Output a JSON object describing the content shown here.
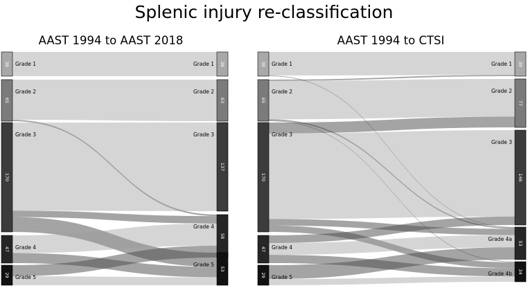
{
  "title": "Splenic injury re-classification",
  "panels": [
    {
      "title": "AAST 1994 to AAST 2018",
      "left_nodes": [
        {
          "label": "Grade 1",
          "value": "38",
          "color": "#a8a8a8"
        },
        {
          "label": "Grade 2",
          "value": "65",
          "color": "#7b7b7b"
        },
        {
          "label": "Grade 3",
          "value": "170",
          "color": "#3c3c3c"
        },
        {
          "label": "Grade 4",
          "value": "47",
          "color": "#262626"
        },
        {
          "label": "Grade 5",
          "value": "29",
          "color": "#111111"
        }
      ],
      "right_nodes": [
        {
          "label": "Grade 1",
          "value": "38",
          "color": "#a8a8a8"
        },
        {
          "label": "Grade 2",
          "value": "63",
          "color": "#7b7b7b"
        },
        {
          "label": "Grade 3",
          "value": "137",
          "color": "#3c3c3c"
        },
        {
          "label": "Grade 4",
          "value": "58",
          "color": "#262626"
        },
        {
          "label": "Grade 5",
          "value": "53",
          "color": "#111111"
        }
      ],
      "flows": [
        {
          "from": 0,
          "to": 0,
          "value": 38
        },
        {
          "from": 1,
          "to": 1,
          "value": 63
        },
        {
          "from": 1,
          "to": 3,
          "value": 2
        },
        {
          "from": 2,
          "to": 2,
          "value": 137
        },
        {
          "from": 2,
          "to": 3,
          "value": 10
        },
        {
          "from": 2,
          "to": 4,
          "value": 23
        },
        {
          "from": 3,
          "to": 3,
          "value": 30
        },
        {
          "from": 3,
          "to": 4,
          "value": 17
        },
        {
          "from": 4,
          "to": 3,
          "value": 16
        },
        {
          "from": 4,
          "to": 4,
          "value": 13
        }
      ]
    },
    {
      "title": "AAST 1994 to CTSI",
      "left_nodes": [
        {
          "label": "Grade 1",
          "value": "38",
          "color": "#a8a8a8"
        },
        {
          "label": "Grade 2",
          "value": "65",
          "color": "#7b7b7b"
        },
        {
          "label": "Grade 3",
          "value": "170",
          "color": "#3c3c3c"
        },
        {
          "label": "Grade 4",
          "value": "47",
          "color": "#262626"
        },
        {
          "label": "Grade 5",
          "value": "29",
          "color": "#111111"
        }
      ],
      "right_nodes": [
        {
          "label": "Grade 1",
          "value": "39",
          "color": "#a8a8a8"
        },
        {
          "label": "Grade 2",
          "value": "77",
          "color": "#7b7b7b"
        },
        {
          "label": "Grade 3",
          "value": "146",
          "color": "#3c3c3c"
        },
        {
          "label": "Grade 4a",
          "value": "53",
          "color": "#262626"
        },
        {
          "label": "Grade 4b",
          "value": "34",
          "color": "#111111"
        }
      ],
      "flows": [
        {
          "from": 0,
          "to": 0,
          "value": 37
        },
        {
          "from": 0,
          "to": 3,
          "value": 1
        },
        {
          "from": 1,
          "to": 0,
          "value": 2
        },
        {
          "from": 1,
          "to": 1,
          "value": 60
        },
        {
          "from": 1,
          "to": 3,
          "value": 2
        },
        {
          "from": 1,
          "to": 4,
          "value": 1
        },
        {
          "from": 2,
          "to": 1,
          "value": 17
        },
        {
          "from": 2,
          "to": 2,
          "value": 133
        },
        {
          "from": 2,
          "to": 3,
          "value": 10
        },
        {
          "from": 2,
          "to": 4,
          "value": 10
        },
        {
          "from": 3,
          "to": 2,
          "value": 13
        },
        {
          "from": 3,
          "to": 3,
          "value": 20
        },
        {
          "from": 3,
          "to": 4,
          "value": 14
        },
        {
          "from": 4,
          "to": 3,
          "value": 20
        },
        {
          "from": 4,
          "to": 4,
          "value": 9
        }
      ]
    }
  ]
}
